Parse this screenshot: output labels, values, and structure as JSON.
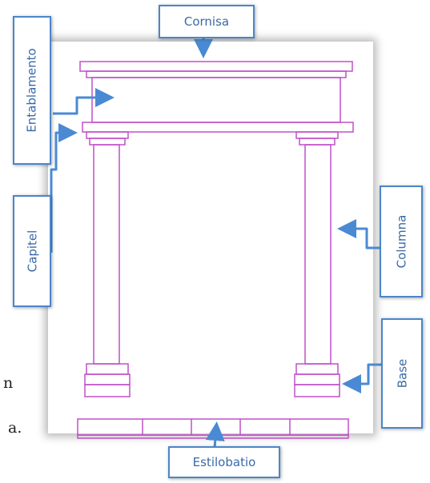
{
  "labels": {
    "cornisa": "Cornisa",
    "entablamento": "Entablamento",
    "capitel": "Capitel",
    "columna": "Columna",
    "base": "Base",
    "estilobatio": "Estilobatio"
  },
  "background_text": [
    "n",
    "a."
  ],
  "colors": {
    "line": "#c050c8",
    "arrow": "#4a8ad4",
    "label_border": "#4a86c8",
    "label_text": "#3a6aa8"
  }
}
